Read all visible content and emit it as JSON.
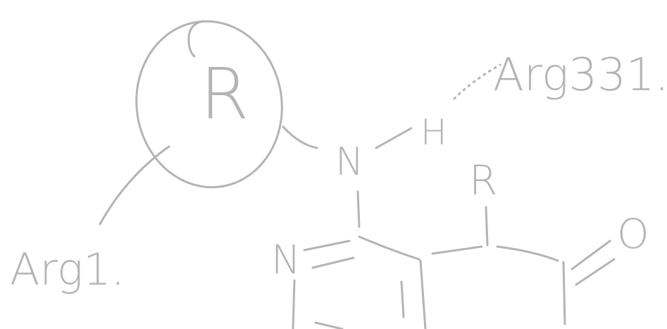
{
  "labels": {
    "ring_group": "R",
    "nitrogen_upper": "N",
    "hydrogen": "H",
    "side_chain": "R",
    "nitrogen_ring": "N",
    "oxygen": "O",
    "residue_left": "Arg1.",
    "residue_right": "Arg331."
  },
  "style": {
    "ink": "#b4b4b4",
    "background": "#ffffff"
  }
}
